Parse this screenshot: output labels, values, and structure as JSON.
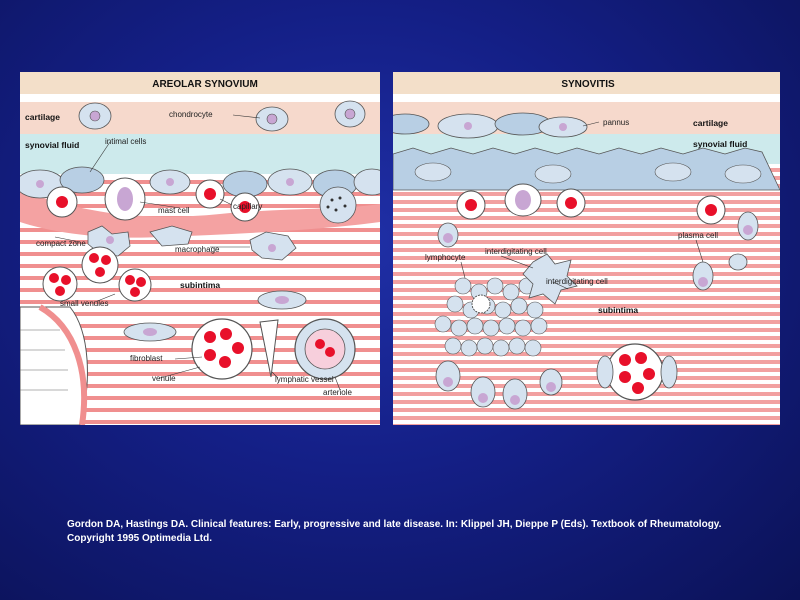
{
  "left_panel": {
    "title": "AREOLAR SYNOVIUM",
    "labels": {
      "cartilage": "cartilage",
      "chondrocyte": "chondrocyte",
      "synovial_fluid": "synovial fluid",
      "intimal_cells": "intimal cells",
      "mast_cell": "mast cell",
      "capillary": "capillary",
      "compact_zone": "compact zone",
      "macrophage": "macrophage",
      "subintima": "subintima",
      "small_venules": "small venules",
      "fibroblast": "fibroblast",
      "venule": "venule",
      "lymphatic_vessel": "lymphatic vessel",
      "arteriole": "arteriole"
    }
  },
  "right_panel": {
    "title": "SYNOVITIS",
    "labels": {
      "pannus": "pannus",
      "cartilage": "cartilage",
      "synovial_fluid": "synovial fluid",
      "lymphocyte": "lymphocyte",
      "interdigitating_cell_1": "interdigitating cell",
      "plasma_cell": "plasma cell",
      "interdigitating_cell_2": "interdigitating cell",
      "subintima": "subintima"
    }
  },
  "caption": "Gordon DA, Hastings DA. Clinical features: Early, progressive and late disease. In: Klippel JH, Dieppe P (Eds). Textbook of Rheumatology. Copyright 1995 Optimedia Ltd.",
  "colors": {
    "title_band": "#f3dfc9",
    "cartilage": "#f6d9cc",
    "synovial_fluid": "#cdeaec",
    "stripe": "#f08f8f",
    "cell_fill": "#d5e2ef",
    "nucleus": "#c8a6d3",
    "blood_cell": "#e8102a",
    "background": "#141f86"
  }
}
